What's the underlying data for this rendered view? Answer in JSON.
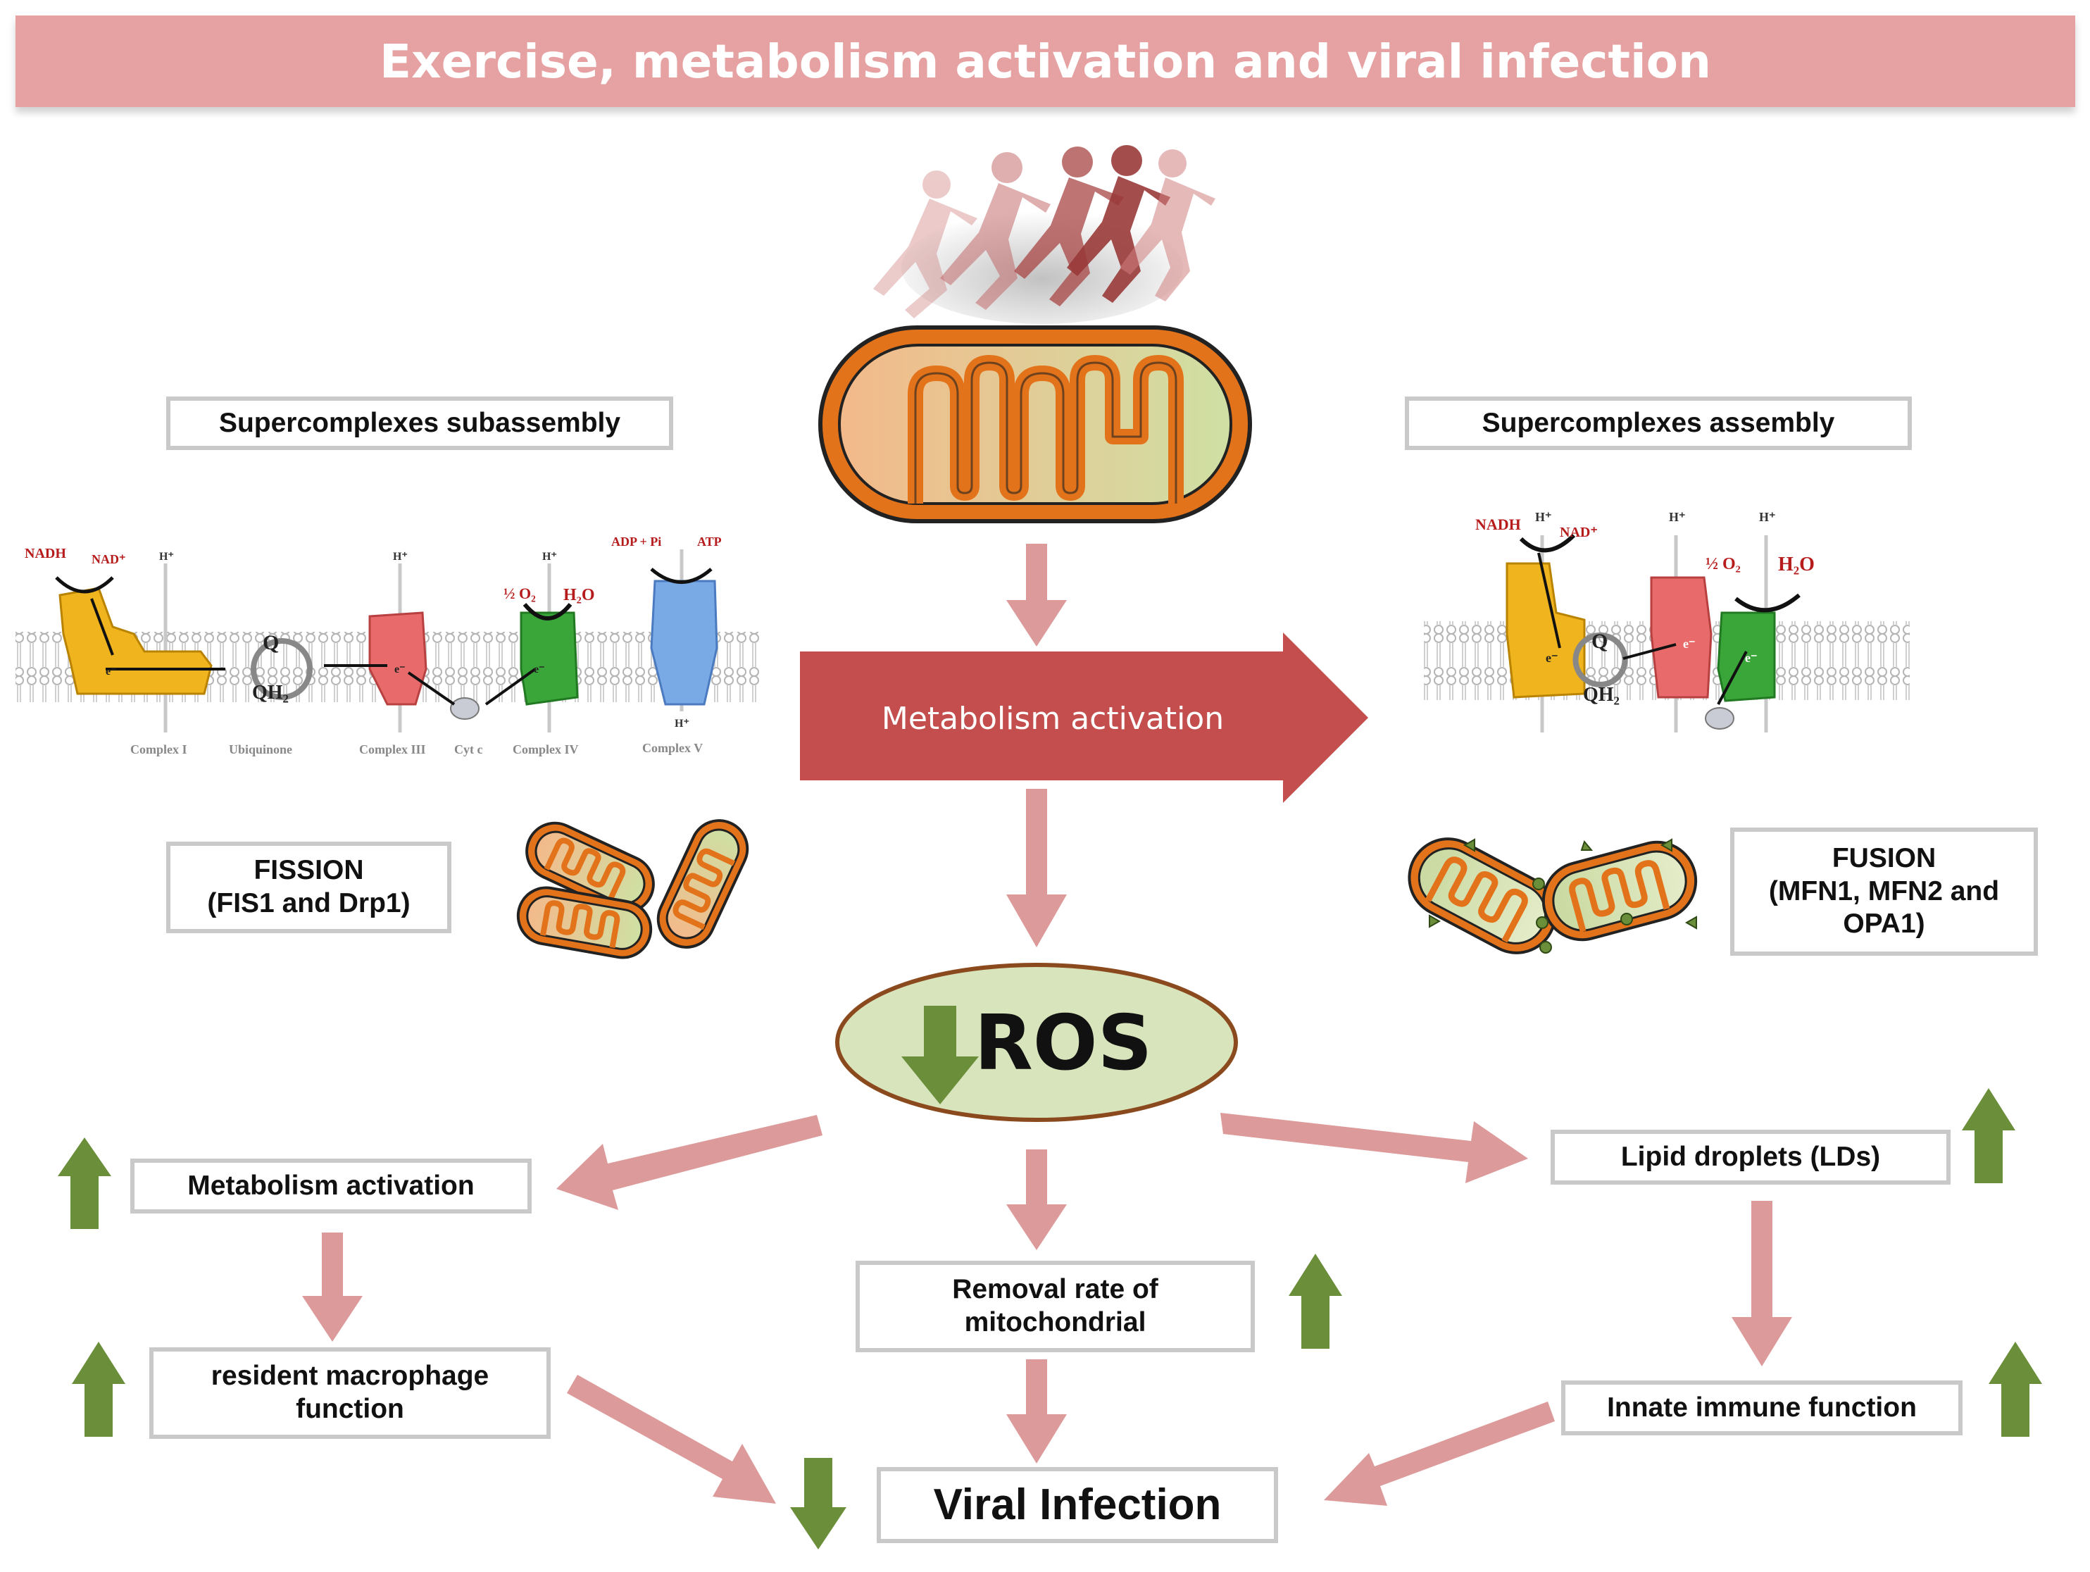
{
  "title": "Exercise, metabolism activation and viral infection",
  "labels": {
    "subassembly": "Supercomplexes subassembly",
    "assembly": "Supercomplexes assembly",
    "fission_line1": "FISSION",
    "fission_line2": "(FIS1 and Drp1)",
    "fusion_line1": "FUSION",
    "fusion_line2": "(MFN1, MFN2 and",
    "fusion_line3": "OPA1)",
    "metabolism_center": "Metabolism activation",
    "ros": "ROS",
    "metabolism_left": "Metabolism activation",
    "lipid": "Lipid droplets (LDs)",
    "removal_line1": "Removal rate of",
    "removal_line2": "mitochondrial",
    "macrophage_line1": "resident macrophage",
    "macrophage_line2": "function",
    "innate": "Innate immune function",
    "viral": "Viral Infection"
  },
  "etc_left": {
    "nadh": "NADH",
    "nad": "NAD⁺",
    "h1": "H⁺",
    "h2": "H⁺",
    "h3": "H⁺",
    "h4": "H⁺",
    "adp": "ADP + Pi",
    "atp": "ATP",
    "o2": "½ O₂",
    "h2o": "H₂O",
    "q": "Q",
    "qh2": "QH₂",
    "e1": "e⁻",
    "e2": "e⁻",
    "e3": "e⁻",
    "complex1": "Complex I",
    "ubiquinone": "Ubiquinone",
    "complex3": "Complex III",
    "cytc": "Cyt c",
    "complex4": "Complex IV",
    "complex5": "Complex V"
  },
  "etc_right": {
    "nadh": "NADH",
    "nad": "NAD⁺",
    "h1": "H⁺",
    "h2": "H⁺",
    "h3": "H⁺",
    "o2": "½ O₂",
    "h2o": "H₂O",
    "q": "Q",
    "qh2": "QH₂",
    "e1": "e⁻",
    "e2": "e⁻",
    "e3": "e⁻"
  },
  "indicators": {
    "ros": "down",
    "metabolism_left": "up",
    "macrophage": "up",
    "removal": "up",
    "lipid": "up",
    "innate": "up",
    "viral": "down"
  },
  "colors": {
    "banner": "#e6a2a2",
    "big_arrow": "#c44e4e",
    "flow_arrow": "#dd9a9a",
    "up_down_arrow": "#6b8e3a",
    "ros_fill": "#d8e4bc",
    "ros_border": "#8b4a1e",
    "mito_outer": "#e3731b",
    "complex1": "#f0b51e",
    "complex3": "#e86a6a",
    "complex4": "#3aa63a",
    "complex5": "#7aaae6"
  },
  "icons": [
    "runners-silhouette-icon",
    "mitochondrion-icon",
    "membrane-icon"
  ]
}
